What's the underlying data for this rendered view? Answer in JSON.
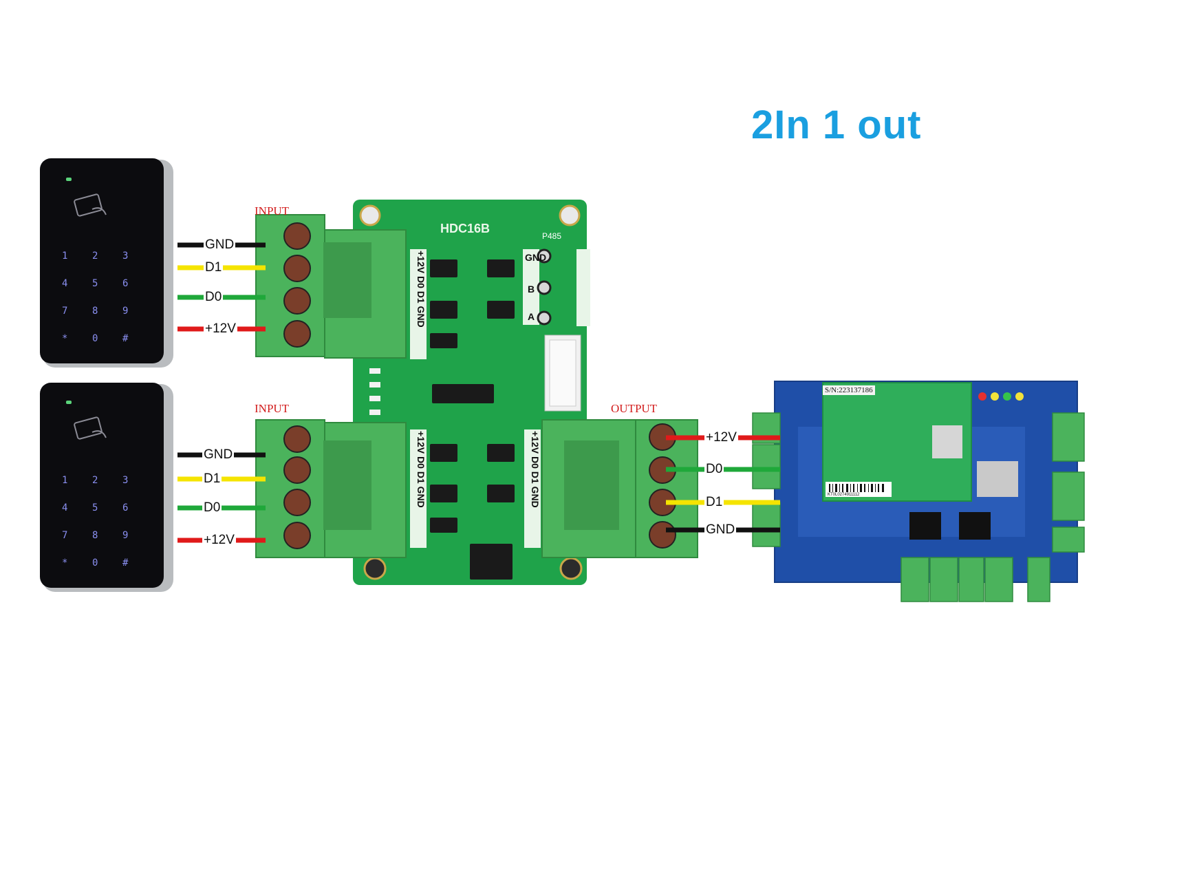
{
  "title": "2In 1 out",
  "board": {
    "model": "HDC16B",
    "rs485_label": "P485",
    "rs485_pins": [
      "GND",
      "B",
      "A"
    ]
  },
  "input_1": {
    "label": "INPUT",
    "wires": [
      {
        "name": "GND",
        "color": "#111111"
      },
      {
        "name": "D1",
        "color": "#f5e400"
      },
      {
        "name": "D0",
        "color": "#1fa83a"
      },
      {
        "name": "+12V",
        "color": "#e01a1a"
      }
    ]
  },
  "input_2": {
    "label": "INPUT",
    "wires": [
      {
        "name": "GND",
        "color": "#111111"
      },
      {
        "name": "D1",
        "color": "#f5e400"
      },
      {
        "name": "D0",
        "color": "#1fa83a"
      },
      {
        "name": "+12V",
        "color": "#e01a1a"
      }
    ]
  },
  "output": {
    "label": "OUTPUT",
    "wires": [
      {
        "name": "+12V",
        "color": "#e01a1a"
      },
      {
        "name": "D0",
        "color": "#1fa83a"
      },
      {
        "name": "D1",
        "color": "#f5e400"
      },
      {
        "name": "GND",
        "color": "#111111"
      }
    ]
  },
  "pcb_pins_top": "+12V D0 D1 GND",
  "pcb_pins_bottom": "+12V D0 D1 GND",
  "pcb_pins_right": "+12V D0 D1 GND",
  "controller": {
    "serial": "S/N:223137186",
    "barcode": "KT0L0274911112"
  },
  "keypad_keys": [
    "1",
    "2",
    "3",
    "4",
    "5",
    "6",
    "7",
    "8",
    "9",
    "*",
    "0",
    "#"
  ],
  "colors": {
    "title": "#1a9fe0",
    "pcb_green": "#1fa34a",
    "terminal_green": "#4bb35c",
    "controller_blue": "#1f4fa8",
    "label_red": "#d21c1c"
  }
}
